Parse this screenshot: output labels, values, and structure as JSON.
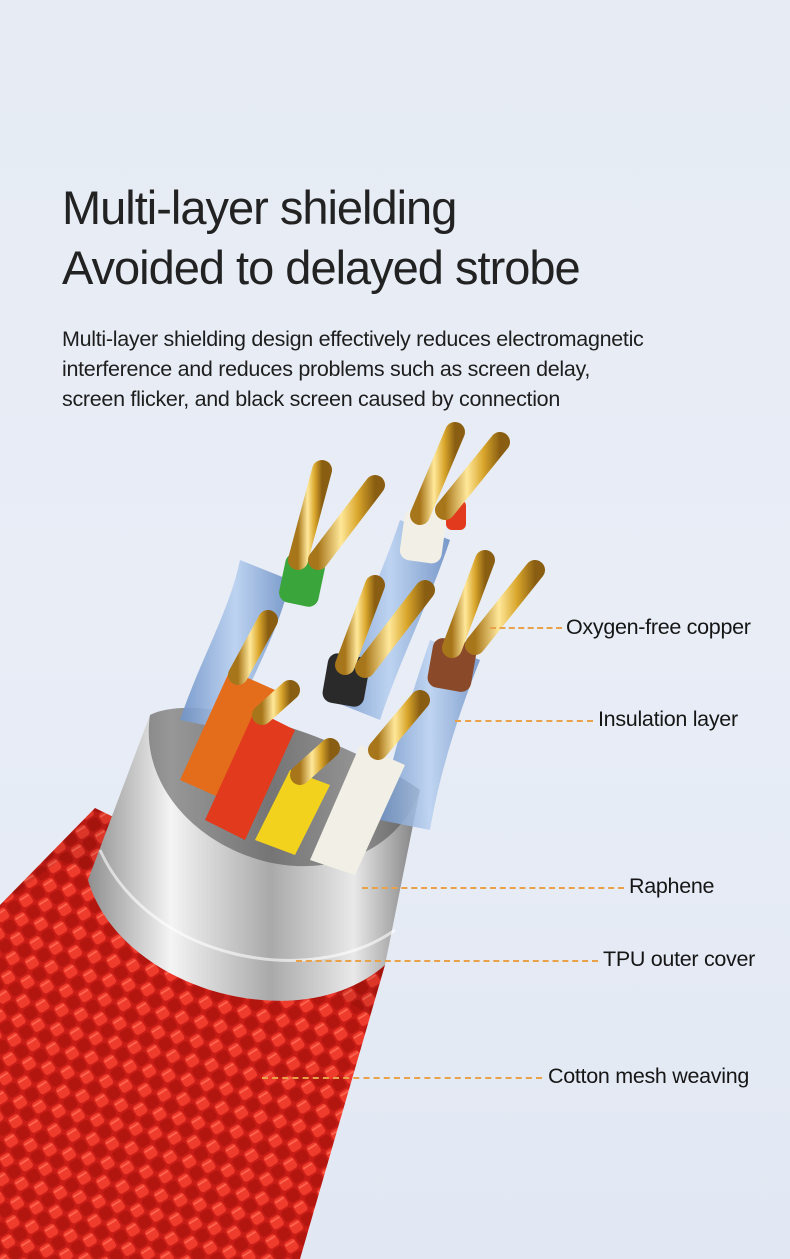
{
  "headline": {
    "line1": "Multi-layer shielding",
    "line2": "Avoided to delayed strobe"
  },
  "description": {
    "line1": "Multi-layer shielding design effectively reduces electromagnetic",
    "line2": "interference and reduces problems such as screen delay,",
    "line3": "screen flicker, and black screen caused by connection"
  },
  "callouts": [
    {
      "label": "Oxygen-free copper"
    },
    {
      "label": "Insulation layer"
    },
    {
      "label": "Raphene"
    },
    {
      "label": "TPU outer cover"
    },
    {
      "label": "Cotton mesh weaving"
    }
  ],
  "colors": {
    "background": "#e6ebf4",
    "braid": "#d8251e",
    "copper": "#d9a62b",
    "leader_line": "#e9a24a",
    "wire_green": "#3aa53a",
    "wire_white": "#f2efe6",
    "wire_orange": "#e46d1c",
    "wire_red": "#e23a1c",
    "wire_yellow": "#f2d21c",
    "wire_brown": "#8a4a2a",
    "wire_black": "#2a2a2a"
  }
}
